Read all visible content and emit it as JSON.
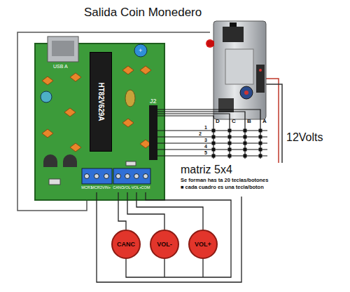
{
  "diagram": {
    "title": "Salida Coin Monedero",
    "nodes": [
      {
        "text": [
          "HT82V629A"
        ]
      },
      {
        "text": [
          "CANC"
        ]
      },
      {
        "text": [
          "VOL-"
        ]
      },
      {
        "text": [
          "VOL+"
        ]
      }
    ],
    "labels": [
      "USB A",
      "J2",
      "+",
      "D",
      "C",
      "B",
      "A",
      "1",
      "2",
      "3",
      "4",
      "5",
      "matriz 5x4",
      "Se forman has ta 20 teclas/botones",
      "■ cada cuadro es una tecla/boton",
      "12Volts",
      "MCR1",
      "MCR2",
      "VIN+",
      "CANC",
      "VOL-",
      "VOL+",
      "COM"
    ]
  }
}
